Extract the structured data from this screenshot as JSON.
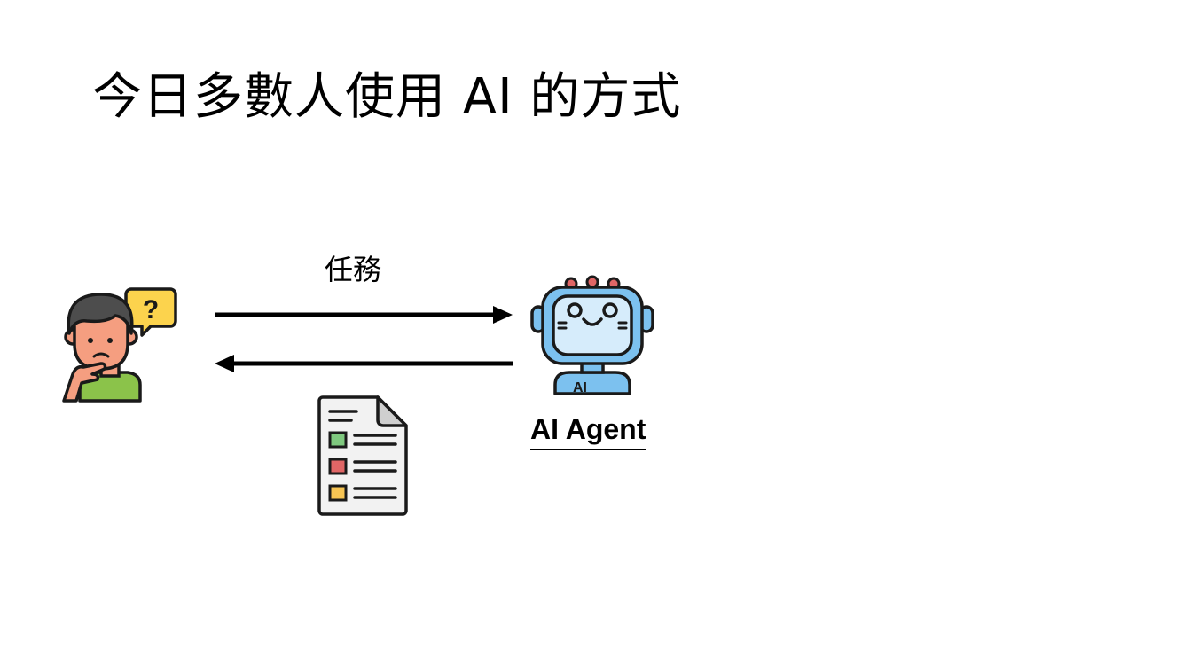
{
  "title": "今日多數人使用 AI 的方式",
  "diagram": {
    "task_label": "任務",
    "agent_label": "AI Agent",
    "robot_badge": "AI",
    "question_mark": "?"
  },
  "colors": {
    "skin": "#f59e80",
    "hair": "#4d4d4d",
    "shirt": "#8bc34a",
    "bubble": "#fcd34d",
    "robot_body": "#7cc1ef",
    "robot_screen": "#d6ecfb",
    "robot_ear": "#e06666",
    "doc_paper": "#f2f2f2",
    "doc_fold": "#cfcfcf",
    "check_green": "#7fc97f",
    "check_red": "#e06666",
    "check_yellow": "#f6c453"
  },
  "icons": [
    "thinking-user-icon",
    "robot-icon",
    "document-checklist-icon",
    "arrow-right",
    "arrow-left"
  ]
}
